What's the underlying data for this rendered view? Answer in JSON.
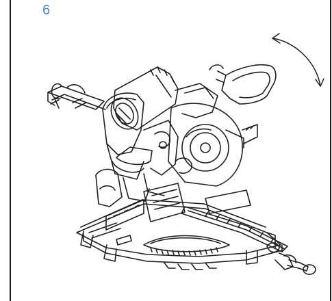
{
  "page": {
    "step_number": "6"
  },
  "figure": {
    "subject": "miter-saw-illustration",
    "rotation_indicator": "curved-double-arrow",
    "colors": {
      "line": "#1f1f1f",
      "step_number": "#4f86c6",
      "background": "#ffffff"
    }
  }
}
